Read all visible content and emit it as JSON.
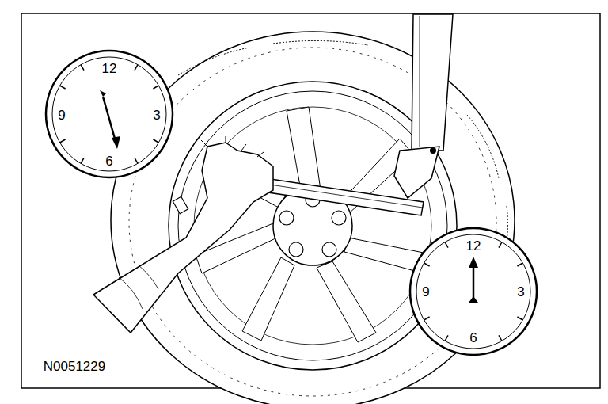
{
  "diagram": {
    "labels": [
      "12",
      "3",
      "6",
      "9",
      "12",
      "3",
      "6",
      "9",
      "N0051229"
    ]
  }
}
